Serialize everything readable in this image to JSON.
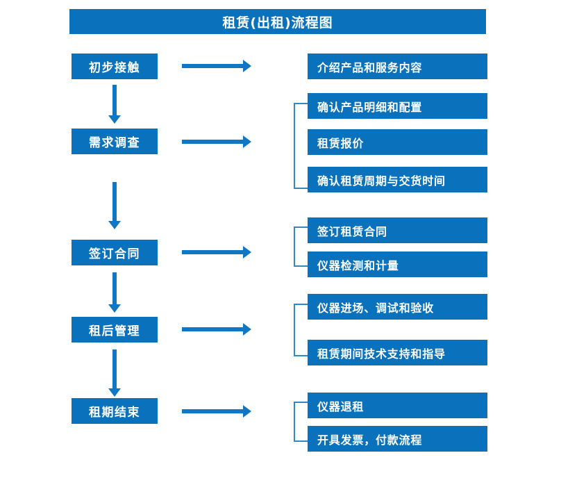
{
  "diagram": {
    "title": "租赁(出租)流程图",
    "theme": {
      "box_fill": "#0a72bd",
      "box_text": "#ffffff",
      "arrow": "#0f77c4",
      "bracket": "#2f88c8",
      "background": "#ffffff"
    },
    "stages": [
      {
        "id": "stage-1",
        "label": "初步接触",
        "tasks": [
          "介绍产品和服务内容"
        ],
        "grouped": false
      },
      {
        "id": "stage-2",
        "label": "需求调查",
        "tasks": [
          "确认产品明细和配置",
          "租赁报价",
          "确认租赁周期与交货时间"
        ],
        "grouped": true
      },
      {
        "id": "stage-3",
        "label": "签订合同",
        "tasks": [
          "签订租赁合同",
          "仪器检测和计量"
        ],
        "grouped": true
      },
      {
        "id": "stage-4",
        "label": "租后管理",
        "tasks": [
          "仪器进场、调试和验收",
          "租赁期间技术支持和指导"
        ],
        "grouped": true
      },
      {
        "id": "stage-5",
        "label": "租期结束",
        "tasks": [
          "仪器退租",
          "开具发票，付款流程"
        ],
        "grouped": true
      }
    ],
    "connectors": {
      "stage_to_tasks": [
        "arrow-right",
        "arrow-right",
        "arrow-right",
        "arrow-right",
        "arrow-right"
      ],
      "stage_to_stage": [
        "arrow-down",
        "arrow-down",
        "arrow-down",
        "arrow-down"
      ]
    }
  }
}
